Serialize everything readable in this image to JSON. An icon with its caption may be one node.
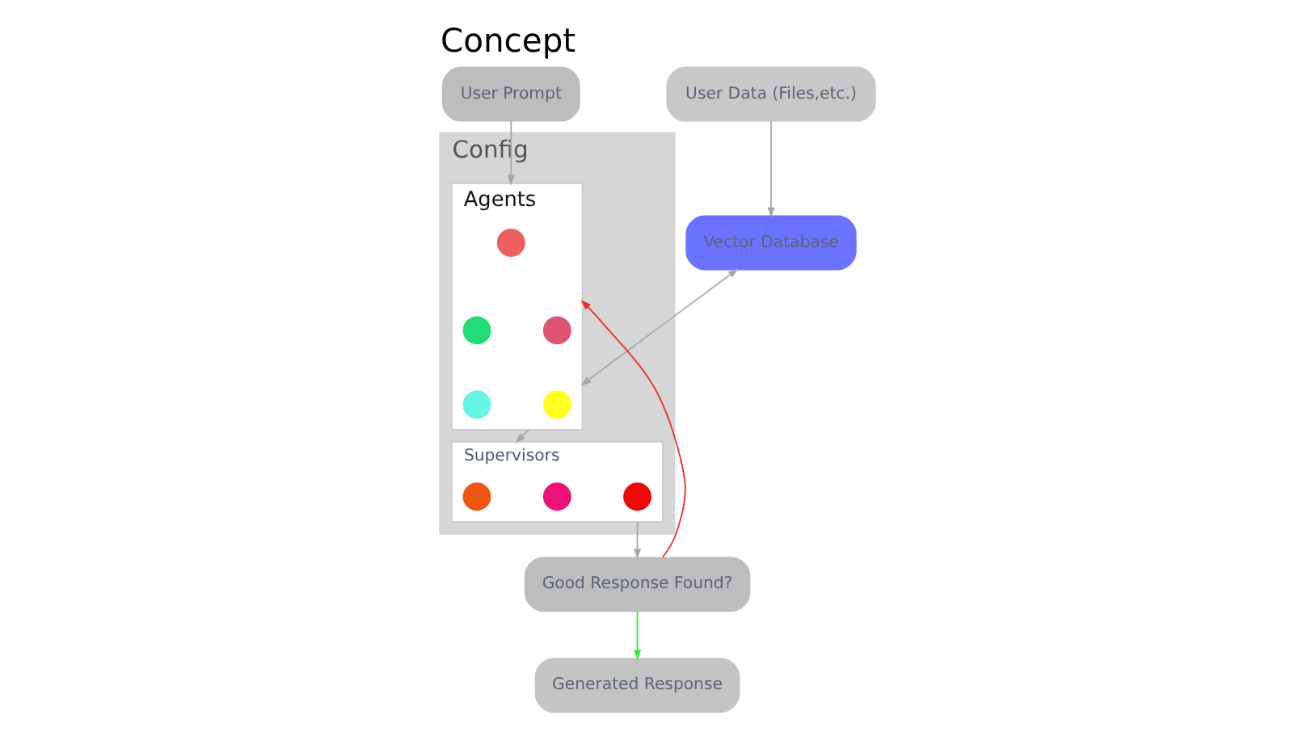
{
  "diagram": {
    "title": "Concept",
    "nodes": [
      {
        "text": [
          "User Prompt"
        ]
      },
      {
        "text": [
          "User Data (Files,etc.)"
        ]
      },
      {
        "text": [
          "Config"
        ]
      },
      {
        "text": [
          "Agents"
        ],
        "in": 2
      },
      {
        "text": [],
        "shape": "circle",
        "in": 3
      },
      {
        "text": [],
        "shape": "circle",
        "in": 3
      },
      {
        "text": [],
        "shape": "circle",
        "in": 3
      },
      {
        "text": [],
        "shape": "circle",
        "in": 3
      },
      {
        "text": [],
        "shape": "circle",
        "in": 3
      },
      {
        "text": [
          "Vector Database"
        ]
      },
      {
        "text": [
          "Supervisors"
        ],
        "in": 2
      },
      {
        "text": [],
        "shape": "circle",
        "in": 10
      },
      {
        "text": [],
        "shape": "circle",
        "in": 10
      },
      {
        "text": [],
        "shape": "circle",
        "in": 10
      },
      {
        "text": [
          "Good Response Found?"
        ]
      },
      {
        "text": [
          "Generated Response"
        ]
      }
    ],
    "edges": [
      {
        "from": 0,
        "to": 3,
        "arrow": "to"
      },
      {
        "from": 1,
        "to": 9,
        "arrow": "to"
      },
      {
        "from": 3,
        "to": 9,
        "arrow": "both"
      },
      {
        "from": 3,
        "to": 10,
        "arrow": "to"
      },
      {
        "from": 10,
        "to": 14,
        "arrow": "to"
      },
      {
        "from": 14,
        "to": 3,
        "arrow": "to",
        "color": "#e8302a"
      },
      {
        "from": 14,
        "to": 15,
        "arrow": "to",
        "color": "#33ee33"
      }
    ]
  }
}
